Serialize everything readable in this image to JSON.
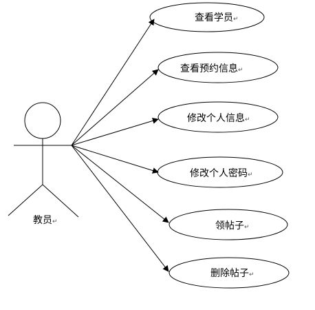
{
  "actor": {
    "label": "教员",
    "mark": "↵"
  },
  "use_cases": [
    {
      "label": "查看学员",
      "mark": "↵"
    },
    {
      "label": "查看预约信息",
      "mark": "↵"
    },
    {
      "label": "修改个人信息",
      "mark": "↵"
    },
    {
      "label": "修改个人密码",
      "mark": "↵"
    },
    {
      "label": "领帖子",
      "mark": "↵"
    },
    {
      "label": "删除帖子",
      "mark": "↵"
    }
  ]
}
